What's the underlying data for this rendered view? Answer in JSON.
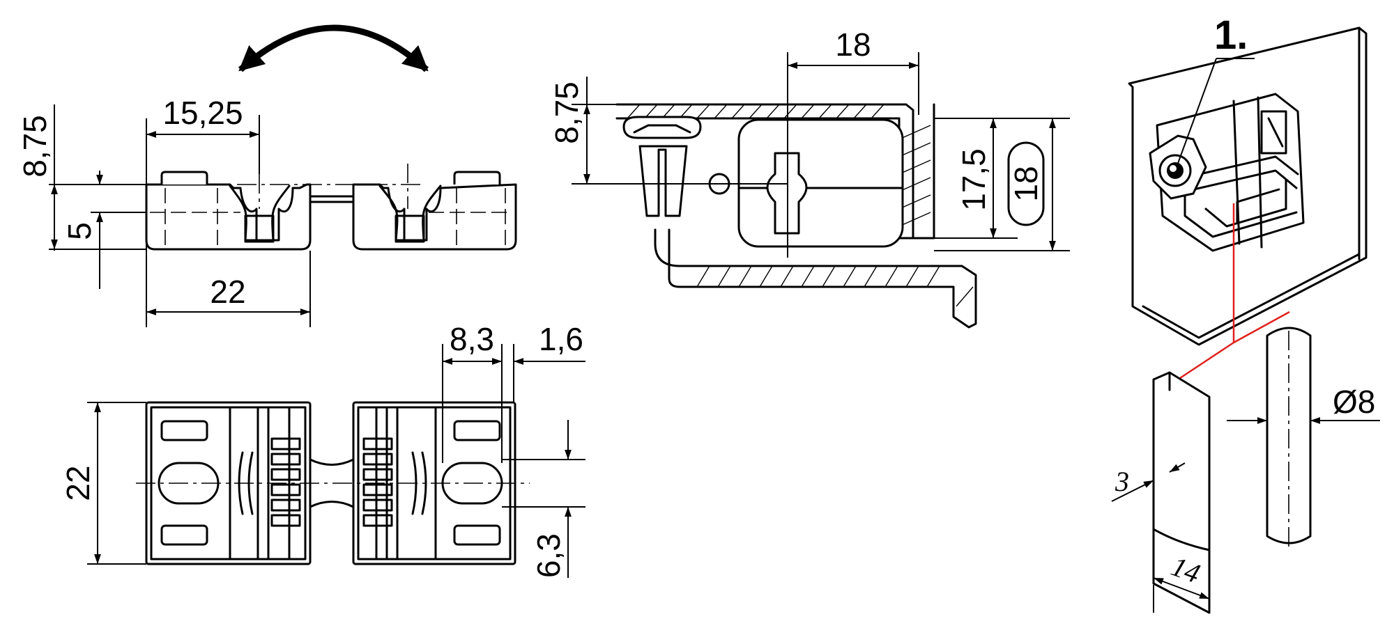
{
  "diagram": {
    "front_view": {
      "dim_height_top": "8,75",
      "dim_offset": "15,25",
      "dim_inner": "5",
      "dim_width": "22"
    },
    "side_view": {
      "dim_span": "18",
      "dim_height_top": "8,75",
      "dim_height": "17,5",
      "dim_board": "18"
    },
    "top_view": {
      "dim_width": "22",
      "dim_pitch": "8,3",
      "dim_gap": "1,6",
      "dim_slot": "6,3"
    },
    "detail_view": {
      "callout": "1.",
      "dim_thickness": "3",
      "dim_depth": "14",
      "dim_diameter": "Ø8"
    }
  }
}
